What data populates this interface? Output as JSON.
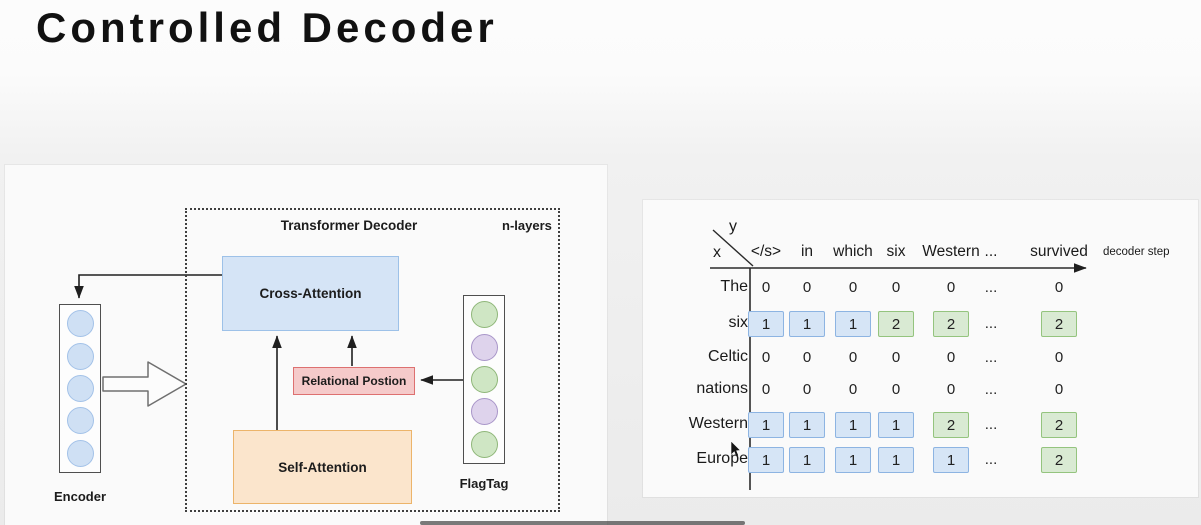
{
  "title": "Controlled Decoder",
  "architecture_panel": {
    "transformer_decoder_label": "Transformer Decoder",
    "n_layers_label": "n-layers",
    "blocks": {
      "cross_attention": "Cross-Attention",
      "relational_position": "Relational Postion",
      "self_attention": "Self-Attention"
    },
    "encoder_label": "Encoder",
    "flagtag_label": "FlagTag",
    "encoder_circles": [
      "blue",
      "blue",
      "blue",
      "blue",
      "blue"
    ],
    "flagtag_circles": [
      "green",
      "purple",
      "green",
      "purple",
      "green"
    ]
  },
  "table_panel": {
    "axis": {
      "x_label": "x",
      "y_label": "y",
      "decoder_step_label": "decoder step"
    },
    "columns": [
      "</s>",
      "in",
      "which",
      "six",
      "Western",
      "...",
      "survived"
    ],
    "rows": [
      {
        "label": "The",
        "cells": [
          {
            "v": "0",
            "s": "plain"
          },
          {
            "v": "0",
            "s": "plain"
          },
          {
            "v": "0",
            "s": "plain"
          },
          {
            "v": "0",
            "s": "plain"
          },
          {
            "v": "0",
            "s": "plain"
          },
          {
            "v": "...",
            "s": "dots"
          },
          {
            "v": "0",
            "s": "plain"
          }
        ]
      },
      {
        "label": "six",
        "cells": [
          {
            "v": "1",
            "s": "blue"
          },
          {
            "v": "1",
            "s": "blue"
          },
          {
            "v": "1",
            "s": "blue"
          },
          {
            "v": "2",
            "s": "green"
          },
          {
            "v": "2",
            "s": "green"
          },
          {
            "v": "...",
            "s": "dots"
          },
          {
            "v": "2",
            "s": "green"
          }
        ]
      },
      {
        "label": "Celtic",
        "cells": [
          {
            "v": "0",
            "s": "plain"
          },
          {
            "v": "0",
            "s": "plain"
          },
          {
            "v": "0",
            "s": "plain"
          },
          {
            "v": "0",
            "s": "plain"
          },
          {
            "v": "0",
            "s": "plain"
          },
          {
            "v": "...",
            "s": "dots"
          },
          {
            "v": "0",
            "s": "plain"
          }
        ]
      },
      {
        "label": "nations",
        "cells": [
          {
            "v": "0",
            "s": "plain"
          },
          {
            "v": "0",
            "s": "plain"
          },
          {
            "v": "0",
            "s": "plain"
          },
          {
            "v": "0",
            "s": "plain"
          },
          {
            "v": "0",
            "s": "plain"
          },
          {
            "v": "...",
            "s": "dots"
          },
          {
            "v": "0",
            "s": "plain"
          }
        ]
      },
      {
        "label": "Western",
        "cells": [
          {
            "v": "1",
            "s": "blue"
          },
          {
            "v": "1",
            "s": "blue"
          },
          {
            "v": "1",
            "s": "blue"
          },
          {
            "v": "1",
            "s": "blue"
          },
          {
            "v": "2",
            "s": "green"
          },
          {
            "v": "...",
            "s": "dots"
          },
          {
            "v": "2",
            "s": "green"
          }
        ]
      },
      {
        "label": "Europe",
        "cells": [
          {
            "v": "1",
            "s": "blue"
          },
          {
            "v": "1",
            "s": "blue"
          },
          {
            "v": "1",
            "s": "blue"
          },
          {
            "v": "1",
            "s": "blue"
          },
          {
            "v": "1",
            "s": "blue"
          },
          {
            "v": "...",
            "s": "dots"
          },
          {
            "v": "2",
            "s": "green"
          }
        ]
      }
    ]
  },
  "colors": {
    "cell_blue_fill": "#d6e5f6",
    "cell_blue_border": "#8db4e2",
    "cell_green_fill": "#d9ead3",
    "cell_green_border": "#94c47e",
    "circle_blue_fill": "#cfe0f4",
    "circle_blue_border": "#a3c2e8",
    "circle_green_fill": "#cfe6c4",
    "circle_green_border": "#8fb779",
    "circle_purple_fill": "#ded3ec",
    "circle_purple_border": "#a996c9",
    "cross_attention_fill": "#d5e4f6",
    "cross_attention_border": "#9dc1e8",
    "relational_fill": "#f5caca",
    "relational_border": "#dd7070",
    "self_attention_fill": "#fbe5cc",
    "self_attention_border": "#ecb46a"
  }
}
